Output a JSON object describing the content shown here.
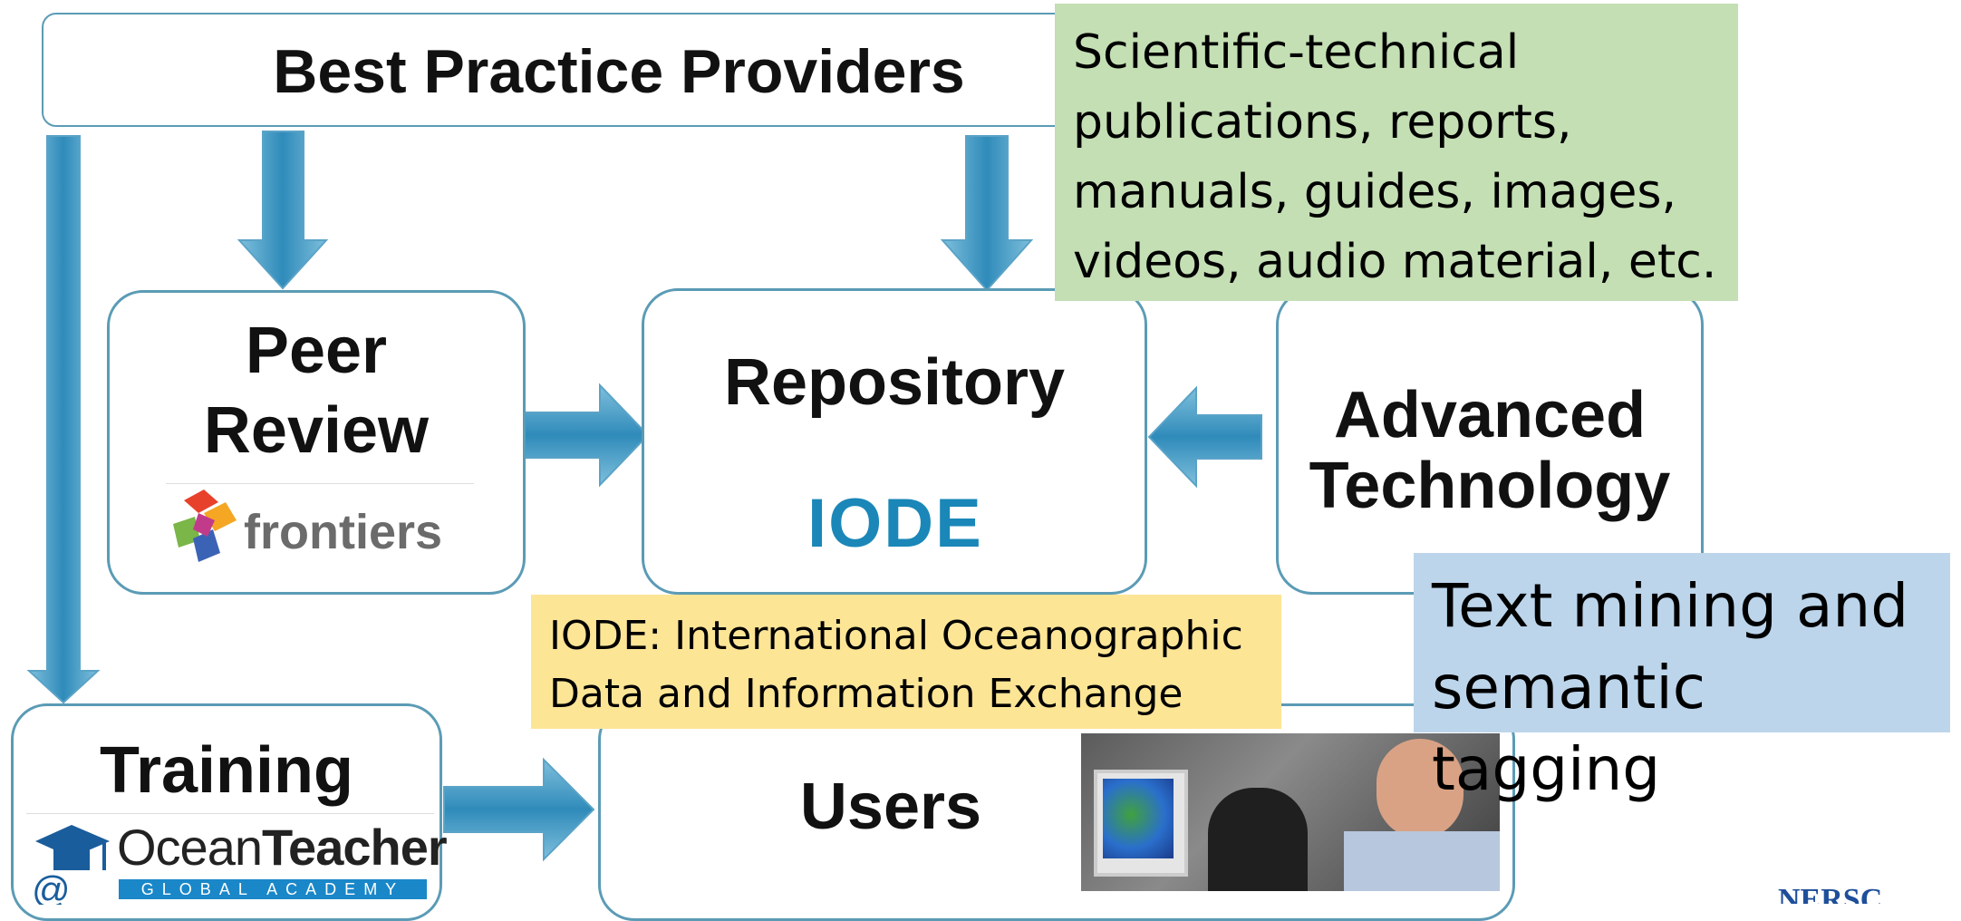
{
  "nodes": {
    "providers": "Best Practice Providers",
    "peer_review_line1": "Peer",
    "peer_review_line2": "Review",
    "repository": "Repository",
    "advanced_line1": "Advanced",
    "advanced_line2": "Technology",
    "training": "Training",
    "users": "Users"
  },
  "logos": {
    "frontiers": "frontiers",
    "iode": "IODE",
    "oceanteacher_a": "Ocean",
    "oceanteacher_b": "Teacher",
    "oceanteacher_sub": "GLOBAL ACADEMY",
    "nersc": "NERSC"
  },
  "notes": {
    "publications": "Scientific-technical publications, reports, manuals, guides, images, videos, audio material, etc.",
    "iode_def_line1": "IODE: International Oceanographic",
    "iode_def_line2": "Data and Information Exchange",
    "textmining_line1": "Text mining and",
    "textmining_line2": "semantic tagging"
  },
  "colors": {
    "box_border": "#5b9bb5",
    "arrow": "#4a9cc4",
    "publications_bg": "#c4dfb4",
    "iode_note_bg": "#fde596",
    "textmining_bg": "#bcd5eb",
    "iode_logo": "#1a87b8"
  }
}
